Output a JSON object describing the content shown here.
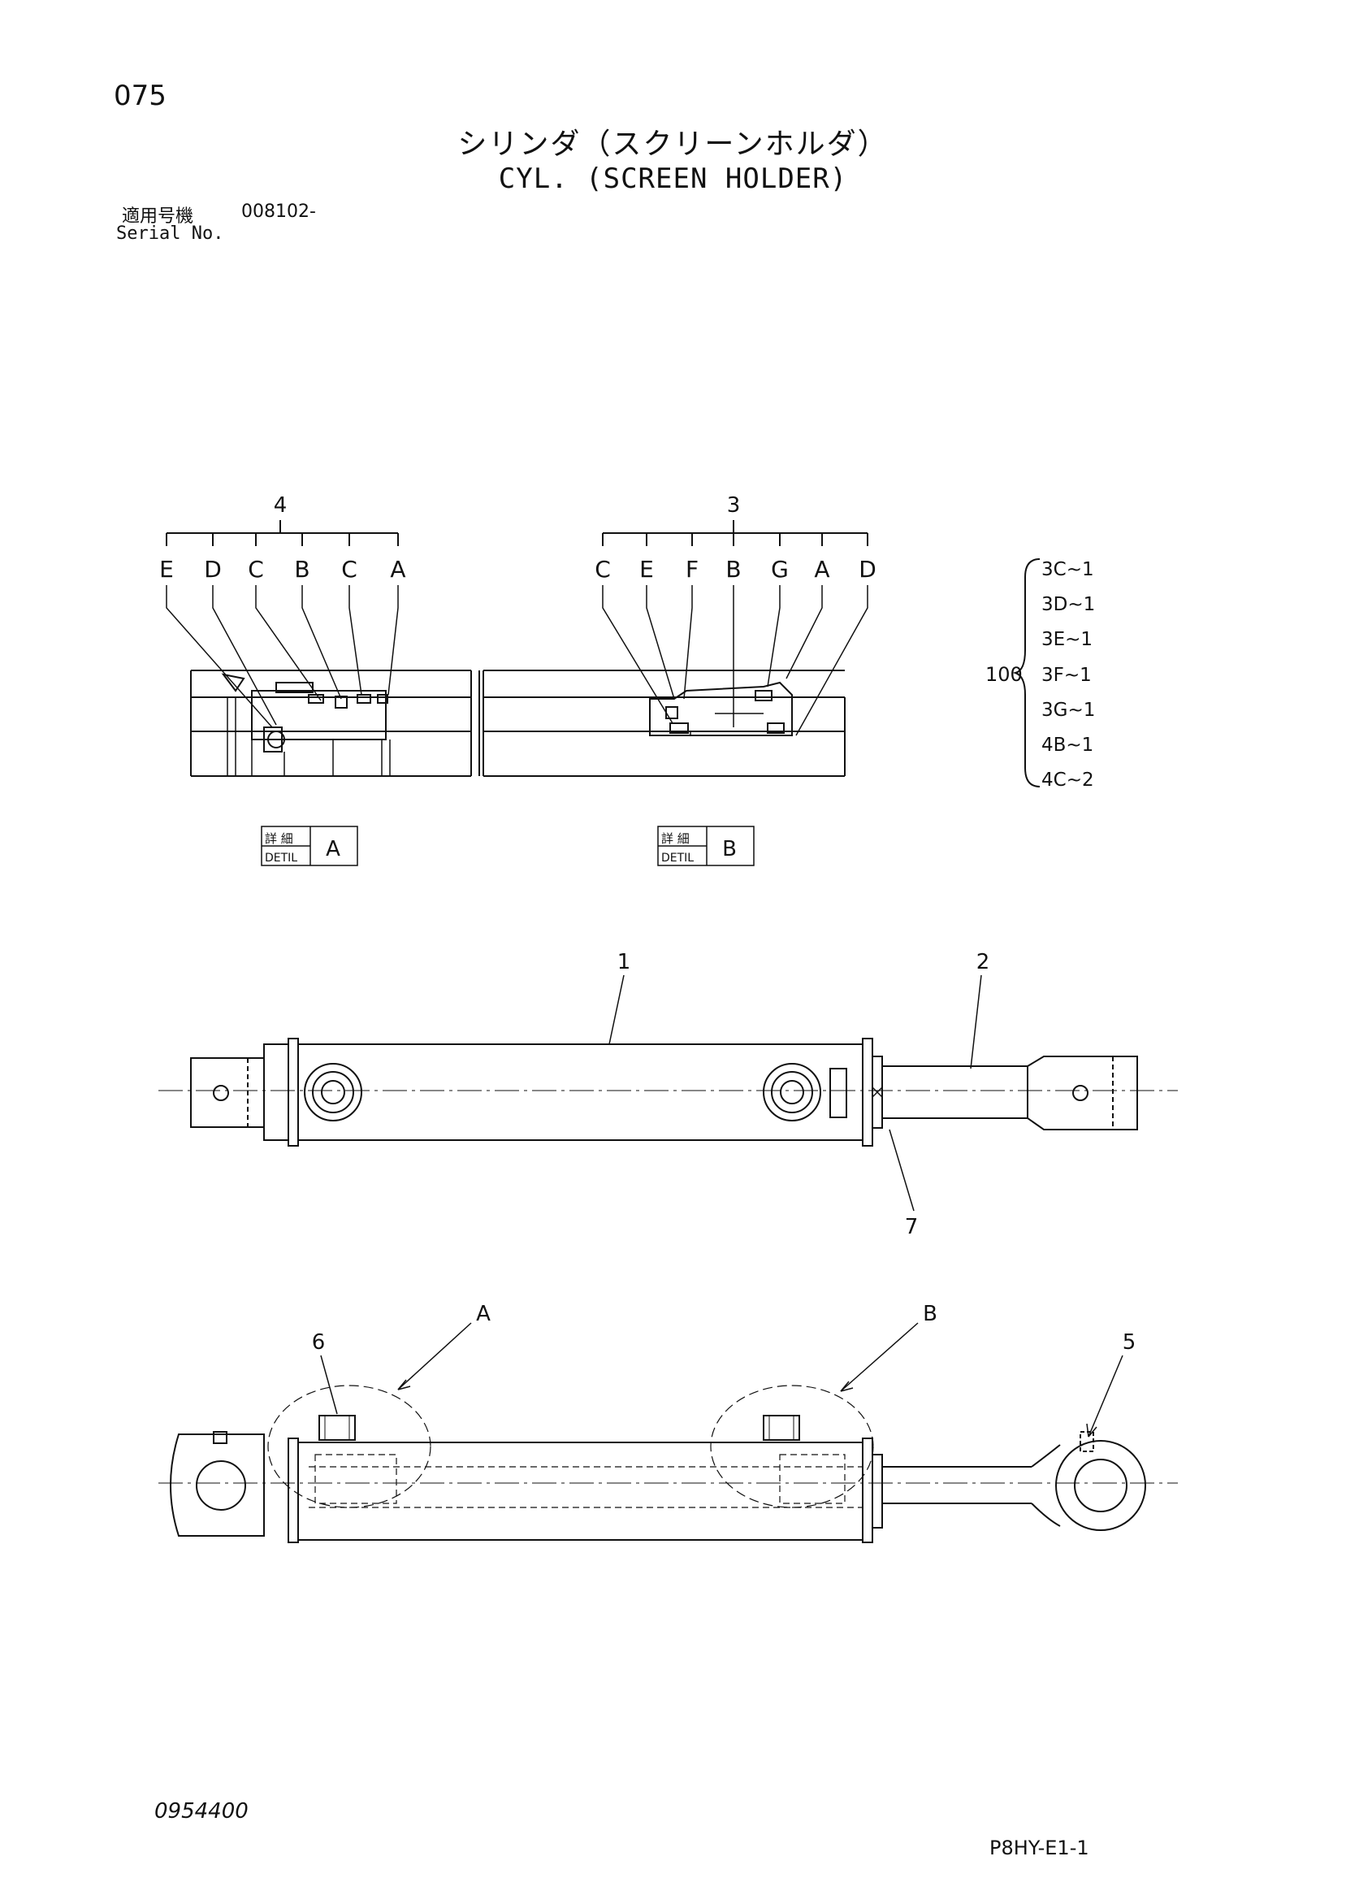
{
  "header": {
    "page_number": "075",
    "title_jp": "シリンダ（スクリーンホルダ）",
    "title_en": "CYL. (SCREEN HOLDER)",
    "serial_label_jp": "適用号機",
    "serial_value": "008102-",
    "serial_label_en": "Serial No."
  },
  "detail_a": {
    "group_number": "4",
    "seal_letters": [
      "E",
      "D",
      "C",
      "B",
      "C",
      "A"
    ],
    "badge_top": "詳 細",
    "badge_bottom": "DETIL",
    "badge_letter": "A"
  },
  "detail_b": {
    "group_number": "3",
    "seal_letters": [
      "C",
      "E",
      "F",
      "B",
      "G",
      "A",
      "D"
    ],
    "badge_top": "詳 細",
    "badge_bottom": "DETIL",
    "badge_letter": "B"
  },
  "seal_kit": {
    "number": "100",
    "items": [
      "3C~1",
      "3D~1",
      "3E~1",
      "3F~1",
      "3G~1",
      "4B~1",
      "4C~2"
    ]
  },
  "callouts": {
    "tube": "1",
    "rod": "2",
    "bushing_rod_end": "5",
    "plug": "6",
    "wiper": "7",
    "detail_a": "A",
    "detail_b": "B"
  },
  "footer": {
    "doc_code": "0954400",
    "sheet_code": "P8HY-E1-1"
  }
}
